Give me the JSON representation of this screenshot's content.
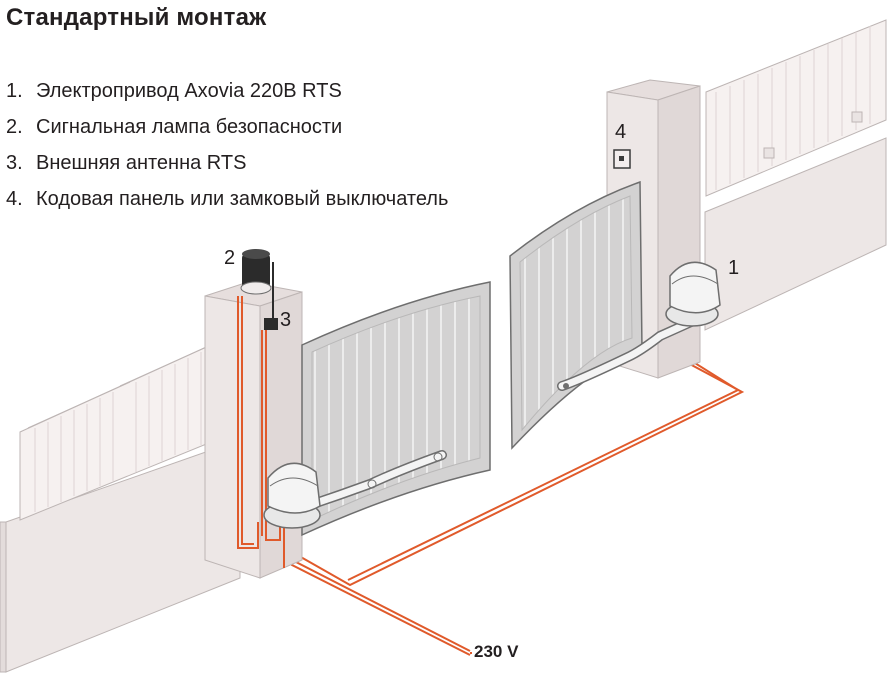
{
  "title": "Стандартный монтаж",
  "legend": [
    {
      "num": "1.",
      "label": "Электропривод Axovia 220B RTS"
    },
    {
      "num": "2.",
      "label": "Сигнальная лампа безопасности"
    },
    {
      "num": "3.",
      "label": "Внешняя антенна RTS"
    },
    {
      "num": "4.",
      "label": "Кодовая панель или замковый выключатель"
    }
  ],
  "callouts": {
    "motor": "1",
    "lamp": "2",
    "antenna": "3",
    "keypad": "4"
  },
  "voltage_label": "230 V",
  "colors": {
    "wire": "#e05a2b",
    "wall": "#ede7e6",
    "fence": "#f6f1f0",
    "gate": "#d3d2d2",
    "outline": "#6e6e6e"
  }
}
